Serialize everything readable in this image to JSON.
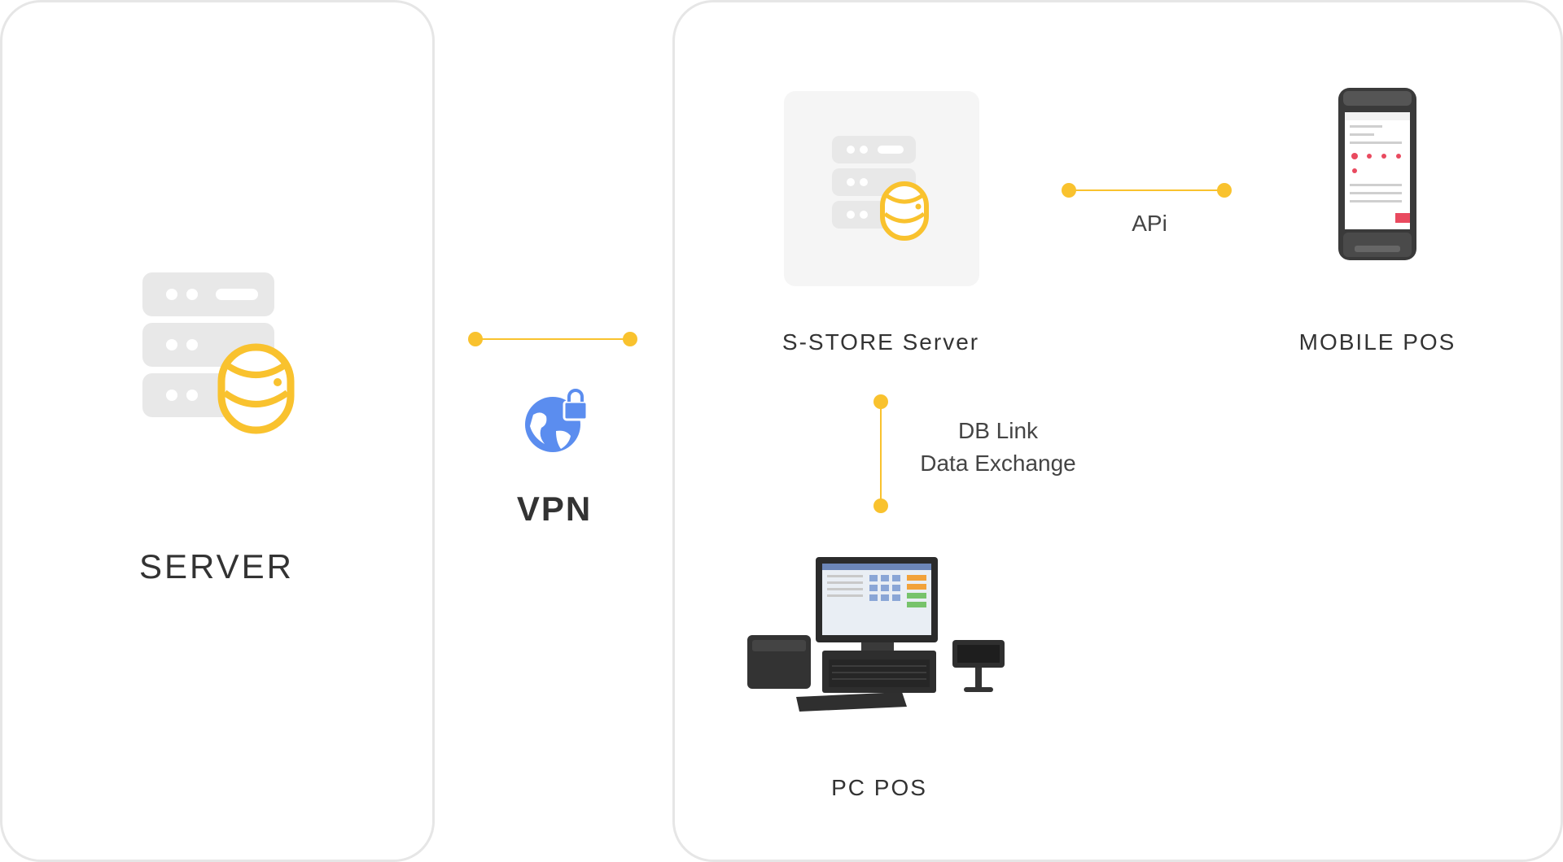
{
  "nodes": {
    "server": {
      "label": "SERVER",
      "icon": "server-database-icon"
    },
    "vpn": {
      "label": "VPN",
      "icon": "globe-lock-icon"
    },
    "sstore": {
      "label": "S-STORE Server",
      "icon": "server-database-icon"
    },
    "mobile_pos": {
      "label": "MOBILE POS",
      "icon": "mobile-pos-device-icon"
    },
    "pc_pos": {
      "label": "PC POS",
      "icon": "pc-pos-terminal-icon"
    }
  },
  "links": {
    "api": {
      "label": "APi"
    },
    "db": {
      "line1": "DB Link",
      "line2": "Data Exchange"
    }
  },
  "colors": {
    "accent": "#f9c22e",
    "panel_border": "#e6e6e6",
    "icon_gray": "#e8e8e8",
    "vpn_blue": "#5b8def"
  }
}
